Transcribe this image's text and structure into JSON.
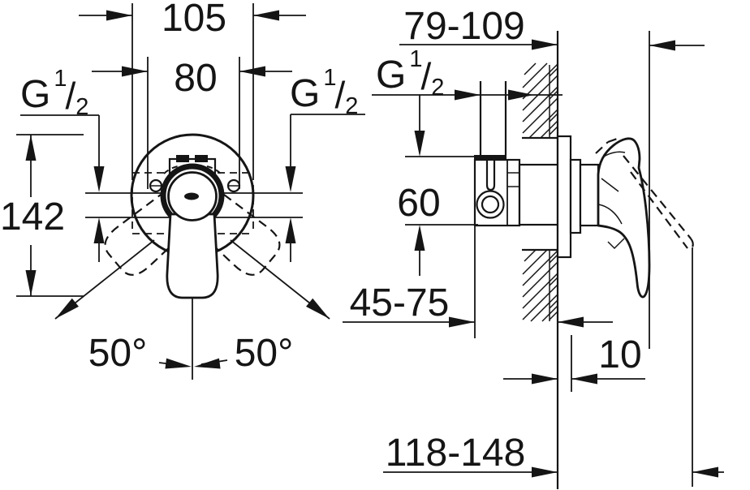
{
  "page": {
    "background": "#ffffff",
    "line_color": "#151515",
    "description": "Technical installation dimension drawing of a single-lever concealed shower mixer, front view and side sectional view"
  },
  "thread_label": {
    "g": "G",
    "sup": "1",
    "slash": "/",
    "sub": "2"
  },
  "front_view": {
    "dim_width_outer": "105",
    "dim_width_inner": "80",
    "dim_height": "142",
    "angle_left": "50°",
    "angle_right": "50°"
  },
  "side_view": {
    "dim_protrusion_closed": "79-109",
    "dim_body_height": "60",
    "dim_install_depth": "45-75",
    "dim_escutcheon_depth": "10",
    "dim_protrusion_open": "118-148"
  },
  "chart_data": {
    "type": "table",
    "title": "Shower mixer installation dimensions (mm)",
    "values": {
      "front_width_outer_mm": 105,
      "front_width_inner_mm": 80,
      "front_height_mm": 142,
      "lever_swing_left_deg": 50,
      "lever_swing_right_deg": 50,
      "protrusion_closed_mm": "79-109",
      "body_height_mm": 60,
      "installation_depth_mm": "45-75",
      "escutcheon_depth_mm": 10,
      "protrusion_open_mm": "118-148",
      "thread": "G 1/2"
    }
  }
}
